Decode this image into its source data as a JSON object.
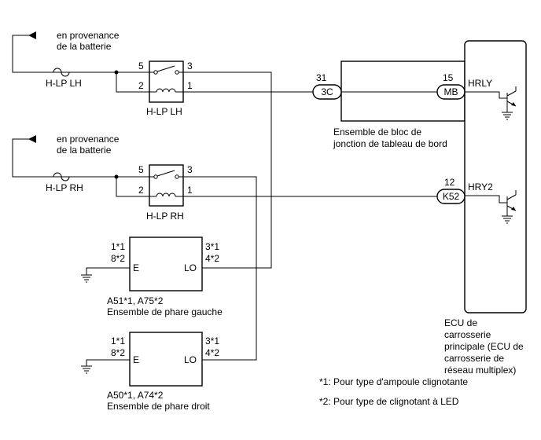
{
  "battery_label_1": "en provenance",
  "battery_label_2": "de la batterie",
  "fuse_lh": "H-LP LH",
  "fuse_rh": "H-LP RH",
  "relay_lh": {
    "name": "H-LP LH",
    "pin_5": "5",
    "pin_3": "3",
    "pin_2": "2",
    "pin_1": "1"
  },
  "relay_rh": {
    "name": "H-LP RH",
    "pin_5": "5",
    "pin_3": "3",
    "pin_2": "2",
    "pin_1": "1"
  },
  "junction": {
    "pin_in": "31",
    "conn_in": "3C",
    "pin_out": "15",
    "conn_out": "MB",
    "caption_1": "Ensemble de bloc de",
    "caption_2": "jonction de tableau de bord"
  },
  "ecu": {
    "hrly": "HRLY",
    "hry2": "HRY2",
    "pin_k52": "12",
    "conn_k52": "K52",
    "caption": [
      "ECU de",
      "carrosserie",
      "principale (ECU de",
      "carrosserie de",
      "réseau multiplex)"
    ]
  },
  "headlight_left": {
    "pin_tl1": "1*1",
    "pin_tl2": "8*2",
    "pin_tr1": "3*1",
    "pin_tr2": "4*2",
    "term_e": "E",
    "term_lo": "LO",
    "code": "A51*1, A75*2",
    "caption": "Ensemble de phare gauche"
  },
  "headlight_right": {
    "pin_tl1": "1*1",
    "pin_tl2": "8*2",
    "pin_tr1": "3*1",
    "pin_tr2": "4*2",
    "term_e": "E",
    "term_lo": "LO",
    "code": "A50*1, A74*2",
    "caption": "Ensemble de phare droit"
  },
  "notes": [
    "*1: Pour type d'ampoule clignotante",
    "*2: Pour type de clignotant à LED"
  ]
}
